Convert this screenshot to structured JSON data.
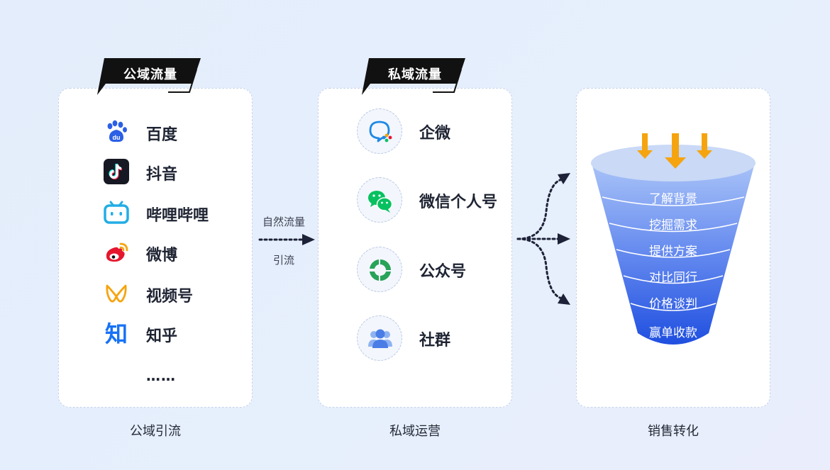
{
  "public_card": {
    "tag": "公域流量",
    "caption": "公域引流",
    "items": [
      {
        "label": "百度",
        "icon": "baidu-icon"
      },
      {
        "label": "抖音",
        "icon": "douyin-icon"
      },
      {
        "label": "哔哩哔哩",
        "icon": "bilibili-icon"
      },
      {
        "label": "微博",
        "icon": "weibo-icon"
      },
      {
        "label": "视频号",
        "icon": "channels-icon"
      },
      {
        "label": "知乎",
        "icon": "zhihu-icon"
      }
    ],
    "more": "……"
  },
  "flow_arrow": {
    "top_label": "自然流量",
    "bottom_label": "引流"
  },
  "private_card": {
    "tag": "私域流量",
    "caption": "私域运营",
    "items": [
      {
        "label": "企微",
        "icon": "wecom-icon"
      },
      {
        "label": "微信个人号",
        "icon": "wechat-icon"
      },
      {
        "label": "公众号",
        "icon": "official-account-icon"
      },
      {
        "label": "社群",
        "icon": "community-icon"
      }
    ]
  },
  "sales_card": {
    "caption": "销售转化",
    "funnel_stages": [
      "了解背景",
      "挖掘需求",
      "提供方案",
      "对比同行",
      "价格谈判",
      "赢单收款"
    ]
  },
  "colors": {
    "tag_bg": "#111111",
    "arrow": "#1d2238",
    "funnel_top": "#a9c3f7",
    "funnel_bottom": "#1f4fe0",
    "inflow_arrow": "#f5a40f"
  }
}
